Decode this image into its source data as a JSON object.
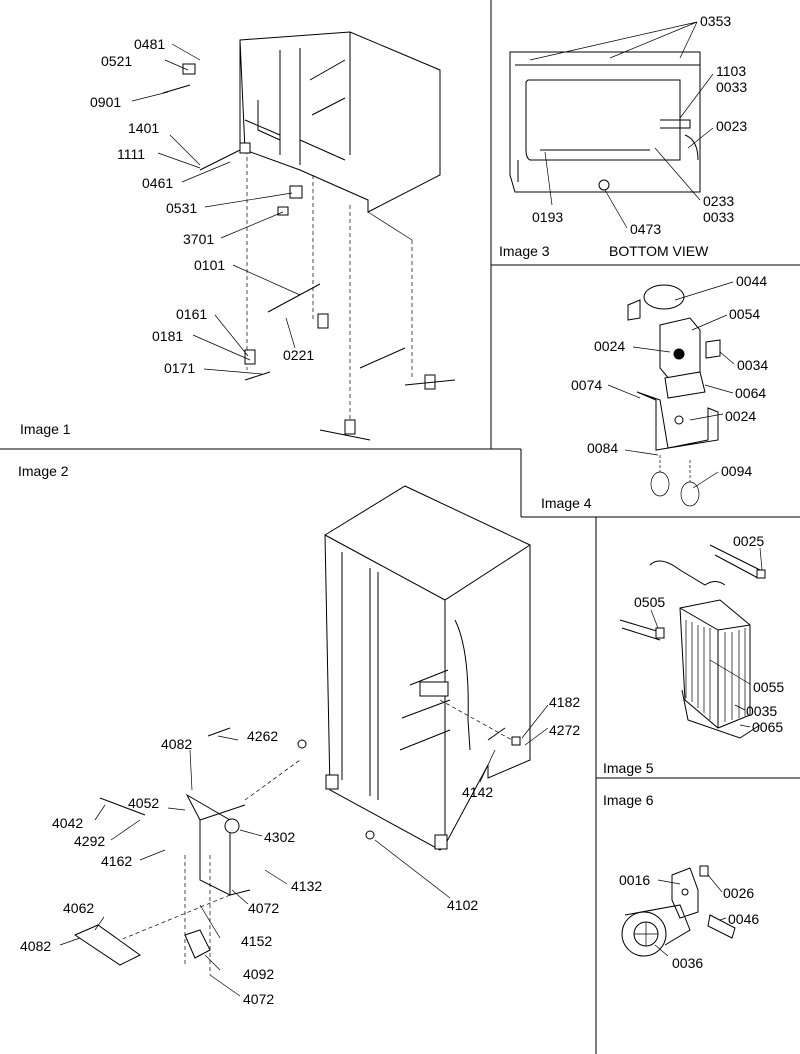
{
  "panels": {
    "image1": {
      "title": "Image 1"
    },
    "image2": {
      "title": "Image 2"
    },
    "image3": {
      "title": "Image 3",
      "subtitle": "BOTTOM VIEW"
    },
    "image4": {
      "title": "Image 4"
    },
    "image5": {
      "title": "Image 5"
    },
    "image6": {
      "title": "Image 6"
    }
  },
  "callouts": {
    "image1": [
      "0481",
      "0521",
      "0901",
      "1401",
      "1111",
      "0461",
      "0531",
      "3701",
      "0101",
      "0161",
      "0181",
      "0171",
      "0221"
    ],
    "image2": [
      "4082",
      "4262",
      "4052",
      "4042",
      "4292",
      "4162",
      "4302",
      "4132",
      "4072",
      "4062",
      "4082",
      "4152",
      "4092",
      "4072",
      "4182",
      "4272",
      "4142",
      "4102"
    ],
    "image3": [
      "0353",
      "1103",
      "0033",
      "0023",
      "0193",
      "0473",
      "0233",
      "0033"
    ],
    "image4": [
      "0044",
      "0054",
      "0024",
      "0034",
      "0074",
      "0064",
      "0024",
      "0084",
      "0094"
    ],
    "image5": [
      "0025",
      "0505",
      "0055",
      "0035",
      "0065"
    ],
    "image6": [
      "0016",
      "0026",
      "0046",
      "0036"
    ]
  },
  "colors": {
    "line": "#000000",
    "background": "#ffffff"
  }
}
